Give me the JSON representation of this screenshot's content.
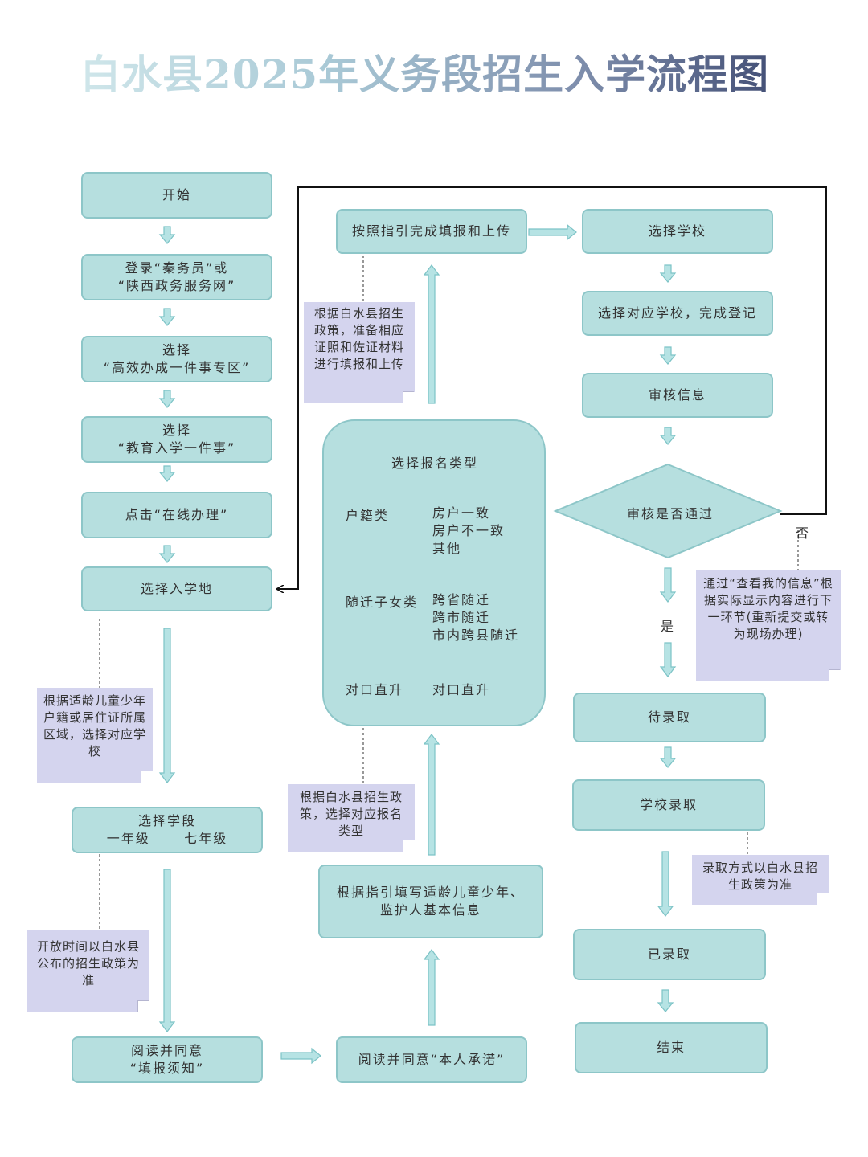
{
  "title": "白水县2025年义务段招生入学流程图",
  "left_column": {
    "start": "开始",
    "login_line1": "登录“秦务员”或",
    "login_line2": "“陕西政务服务网”",
    "select1_line1": "选择",
    "select1_line2": "“高效办成一件事专区”",
    "select2_line1": "选择",
    "select2_line2": "“教育入学一件事”",
    "click_online": "点击“在线办理”",
    "select_place": "选择入学地",
    "note_place": "根据适龄儿童少年户籍或居住证所属区域，选择对应学校",
    "select_stage_title": "选择学段",
    "stage_grade1": "一年级",
    "stage_grade7": "七年级",
    "note_time": "开放时间以白水县公布的招生政策为准",
    "read_notice_line1": "阅读并同意",
    "read_notice_line2": "“填报须知”"
  },
  "middle_column": {
    "upload": "按照指引完成填报和上传",
    "note_upload": "根据白水县招生政策，准备相应证照和佐证材料进行填报和上传",
    "category_title": "选择报名类型",
    "categories": [
      {
        "name": "户籍类",
        "options": [
          "房户一致",
          "房户不一致",
          "其他"
        ]
      },
      {
        "name": "随迁子女类",
        "options": [
          "跨省随迁",
          "跨市随迁",
          "市内跨县随迁"
        ]
      },
      {
        "name": "对口直升",
        "options": [
          "对口直升"
        ]
      }
    ],
    "note_category": "根据白水县招生政策，选择对应报名类型",
    "fill_info_line1": "根据指引填写适龄儿童少年、",
    "fill_info_line2": "监护人基本信息",
    "read_promise": "阅读并同意“本人承诺”"
  },
  "right_column": {
    "select_school": "选择学校",
    "select_register": "选择对应学校，完成登记",
    "review_info": "审核信息",
    "decision": "审核是否通过",
    "no_label": "否",
    "yes_label": "是",
    "note_review": "通过“查看我的信息”根据实际显示内容进行下一环节(重新提交或转为现场办理)",
    "pending": "待录取",
    "school_admit": "学校录取",
    "note_admit": "录取方式以白水县招生政策为准",
    "admitted": "已录取",
    "end": "结束"
  },
  "colors": {
    "box_fill": "#b6dfdf",
    "box_border": "#8dc6c8",
    "note_fill": "#d4d4ee",
    "arrow": "#8fd0d2",
    "line": "#111111"
  }
}
